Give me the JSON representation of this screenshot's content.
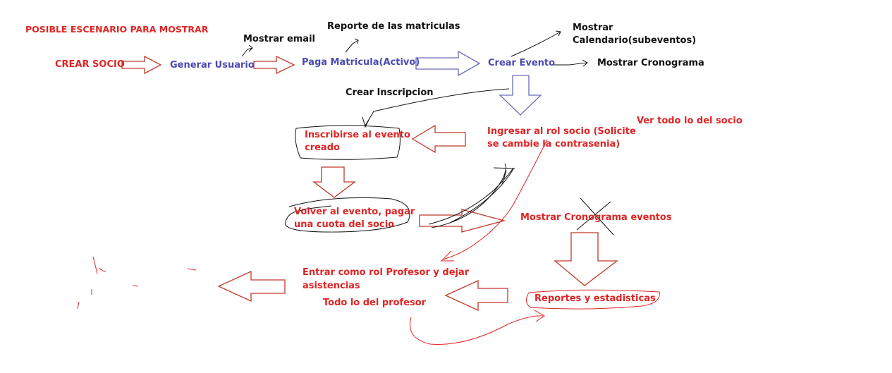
{
  "diagram": {
    "title": "POSIBLE ESCENARIO PARA MOSTRAR",
    "colors": {
      "red": "#e02424",
      "blue": "#4a4ab3",
      "black": "#111111",
      "arrow_red": "#c0392b"
    },
    "nodes": {
      "crear_socio": "CREAR SOCIO",
      "generar_usuario": "Generar Usuario",
      "paga_matricula": "Paga Matricula(Activo)",
      "crear_evento": "Crear Evento",
      "ingresar_rol_socio": [
        "Ingresar al rol socio (Solicite",
        "se cambie la contrasenia)"
      ],
      "inscribirse_evento": [
        "Inscribirse al evento",
        "creado"
      ],
      "volver_evento": [
        "Volver al evento, pagar",
        "una cuota del socio"
      ],
      "mostrar_cronograma_eventos": "Mostrar Cronograma eventos",
      "reportes_estadisticas": "Reportes y estadisticas",
      "rol_profesor": [
        "Entrar como rol Profesor y dejar",
        "asistencias"
      ]
    },
    "notes": {
      "mostrar_email": "Mostrar email",
      "reporte_matriculas": "Reporte de las matriculas",
      "mostrar_calendario": [
        "Mostrar",
        "Calendario(subeventos)"
      ],
      "mostrar_cronograma": "Mostrar Cronograma",
      "crear_inscripcion": "Crear Inscripcion",
      "ver_todo_socio": "Ver todo lo del socio",
      "todo_profesor": "Todo lo del profesor"
    }
  }
}
